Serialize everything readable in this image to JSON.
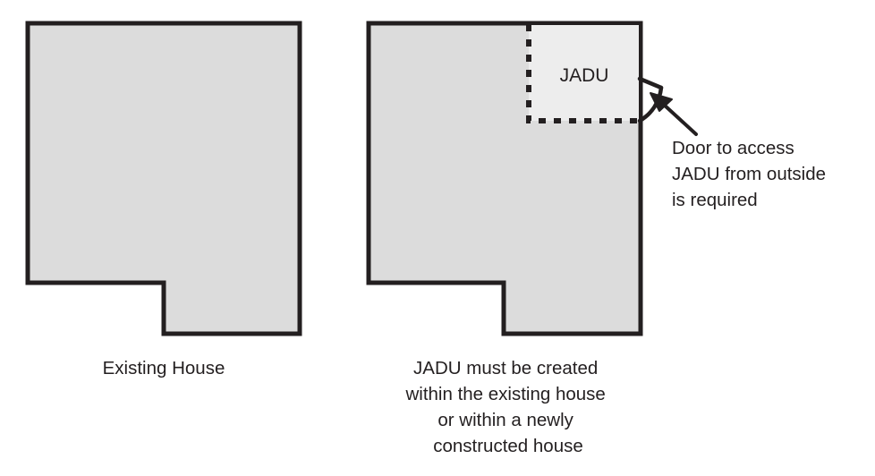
{
  "figure": {
    "title_text_present": false,
    "background_color": "#ffffff",
    "outline_color": "#231f20",
    "house_fill": "#dcdcdc",
    "jadu_fill": "#ededed",
    "text_color": "#231f20"
  },
  "panels": [
    {
      "id": "existing-house",
      "caption_lines": [
        "Existing House"
      ],
      "shape": {
        "type": "notched-rectangle",
        "description": "house footprint with notch at bottom-left"
      }
    },
    {
      "id": "house-with-jadu",
      "caption_lines": [
        "JADU must be created",
        "within the existing house",
        "or within a newly",
        "constructed house"
      ],
      "shape": {
        "type": "notched-rectangle",
        "description": "house footprint with notch at bottom-left"
      },
      "inset": {
        "label": "JADU",
        "border_style": "dashed",
        "position": "upper-right corner of house"
      },
      "annotation": {
        "lines": [
          "Door to access",
          "JADU from outside",
          "is required"
        ],
        "pointer": "arrow",
        "symbol": "door-swing-arc"
      }
    }
  ],
  "icons": {
    "door_swing": "door-swing-icon",
    "pointer_arrow": "arrow-icon"
  }
}
